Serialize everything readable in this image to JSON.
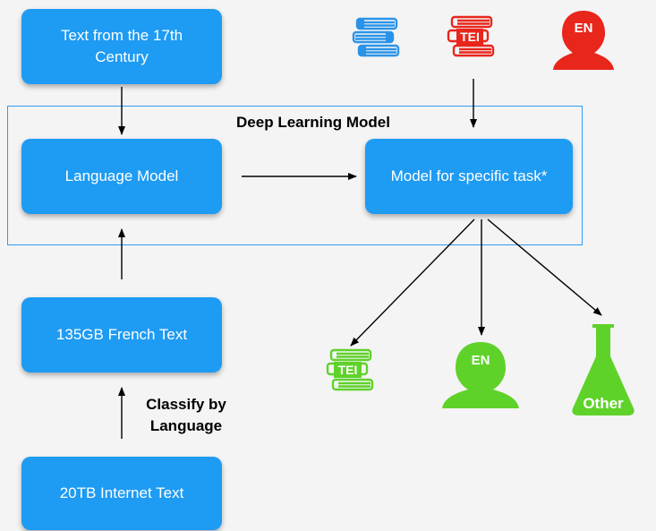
{
  "boxes": {
    "text_17th": "Text from the 17th Century",
    "language_model": "Language Model",
    "specific_model": "Model for specific task*",
    "french_text": "135GB French Text",
    "internet_text": "20TB Internet Text"
  },
  "frame_title": "Deep Learning Model",
  "arrow_label": "Classify by Language",
  "icons": {
    "tei_label": "TEI",
    "en_label": "EN",
    "other_label": "Other"
  },
  "colors": {
    "box": "#1e9bf3",
    "input_red": "#e8261c",
    "input_blue": "#2a93e8",
    "output_green": "#5fd22a"
  }
}
